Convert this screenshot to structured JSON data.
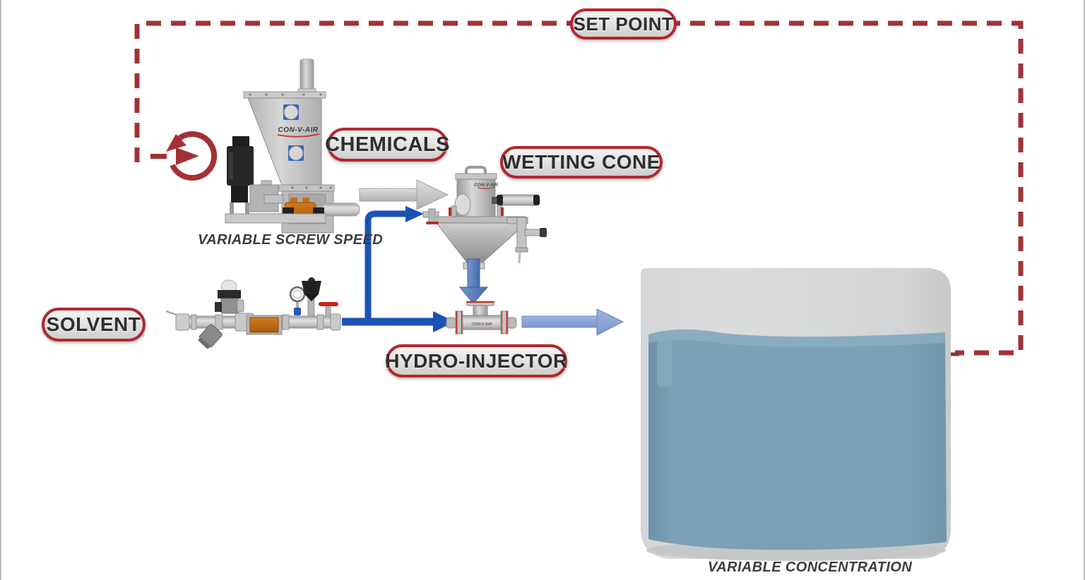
{
  "labels": {
    "set_point": "SET POINT",
    "chemicals": "CHEMICALS",
    "wetting_cone": "WETTING CONE",
    "solvent": "SOLVENT",
    "hydro_injector": "HYDRO-INJECTOR",
    "variable_screw_speed": "VARIABLE SCREW SPEED",
    "variable_concentration": "VARIABLE CONCENTRATION",
    "brand": "CON-V-AIR"
  },
  "icons": {
    "recirculation_icon": "circular-arrow-feedback",
    "flow_arrows": [
      "gray-powder-arrow",
      "blue-solvent-arrow",
      "steel-blue-drop-arrow",
      "light-blue-solution-arrow"
    ]
  },
  "colors": {
    "feedback_dash_red": "#a33136",
    "pill_border_red": "#b5262b",
    "pill_fill_light": "#e6e6e6",
    "label_text": "#2e2e2e",
    "caption_text": "#3d3d3d",
    "flow_blue": "#1a53b5",
    "drop_arrow_blue": "#5d83c3",
    "solution_arrow_blue": "#8fa8d8",
    "machine_gray": "#c6c6c6",
    "screw_orange": "#c5731c",
    "tank_gray": "#d6d8d9",
    "liquid_blue": "#7ca0b5",
    "solid_feedback_red": "#7a3a36"
  }
}
